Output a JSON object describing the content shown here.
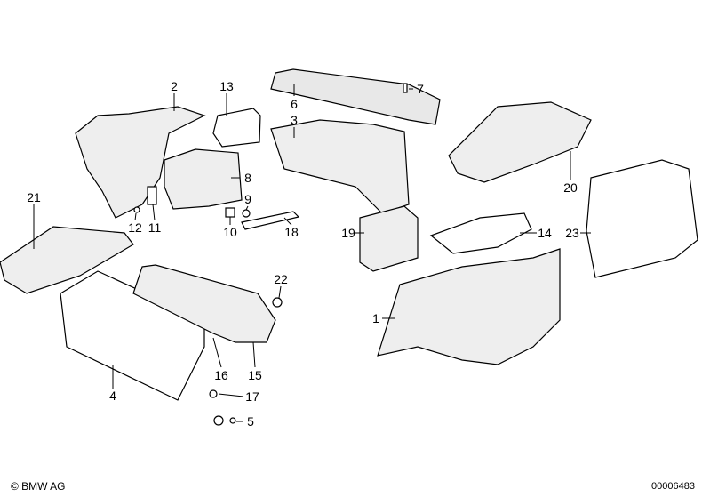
{
  "diagram": {
    "labels": [
      "1",
      "2",
      "3",
      "4",
      "5",
      "6",
      "7",
      "8",
      "9",
      "10",
      "11",
      "12",
      "13",
      "14",
      "15",
      "16",
      "17",
      "18",
      "19",
      "20",
      "21",
      "22",
      "23"
    ]
  },
  "footer": {
    "copyright": "© BMW AG",
    "diagram_number": "00006483"
  }
}
